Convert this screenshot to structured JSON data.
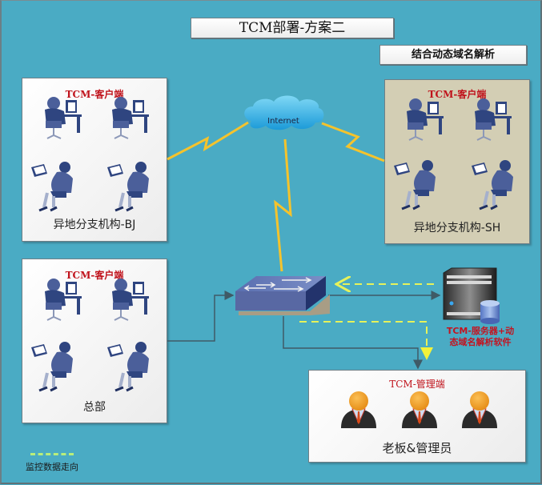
{
  "title": "TCM部署-方案二",
  "subtitle": "结合动态域名解析",
  "panels": {
    "bj": {
      "title": "TCM-客户端",
      "caption": "异地分支机构-BJ"
    },
    "sh": {
      "title": "TCM-客户端",
      "caption": "异地分支机构-SH"
    },
    "hq": {
      "title": "TCM-客户端",
      "caption": "总部"
    },
    "mgmt": {
      "title": "TCM-管理端",
      "caption": "老板&管理员"
    }
  },
  "cloud": {
    "label": "Internet"
  },
  "server": {
    "label_line1": "TCM-服务器+动",
    "label_line2": "态域名解析软件"
  },
  "legend": {
    "label": "监控数据走向",
    "color": "#b9ee7a"
  },
  "colors": {
    "background": "#4aabc4",
    "lightning": "#f5c32c",
    "client_title": "#c0121b",
    "figure": "#2f4580",
    "dashed_arrow": "#e6f25a",
    "connector": "#3f5a66"
  }
}
